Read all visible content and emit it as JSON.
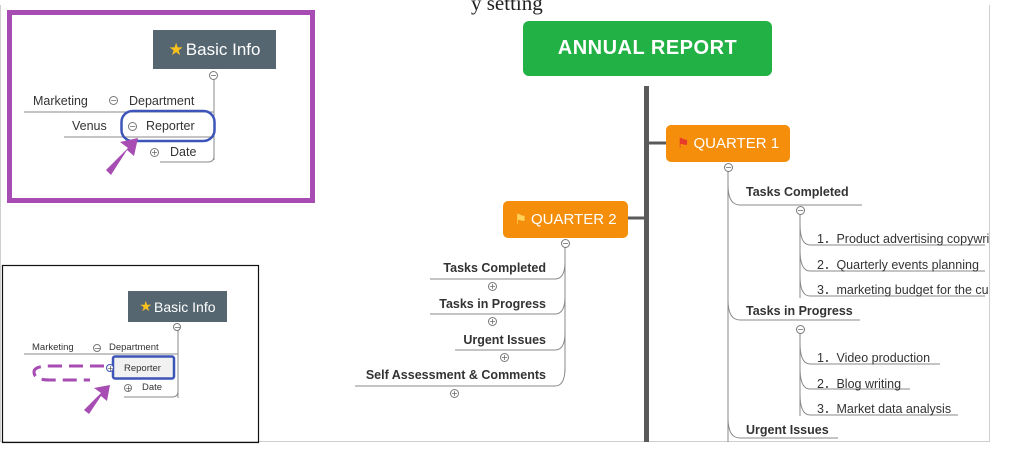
{
  "cut_title": "y setting",
  "main_map": {
    "title": "ANNUAL REPORT",
    "quarter1": {
      "label": "QUARTER 1",
      "topics": [
        {
          "label": "Tasks Completed",
          "items": [
            "1．Product advertising copywri",
            "2．Quarterly events planning",
            "3．marketing budget for the cu"
          ]
        },
        {
          "label": "Tasks in Progress",
          "items": [
            "1．Video production",
            "2．Blog writing",
            "3．Market data analysis"
          ]
        },
        {
          "label": "Urgent Issues",
          "items": []
        }
      ]
    },
    "quarter2": {
      "label": "QUARTER 2",
      "topics": [
        "Tasks Completed",
        "Tasks in Progress",
        "Urgent Issues",
        "Self Assessment & Comments"
      ]
    }
  },
  "inset_top": {
    "root": "Basic Info",
    "department": "Department",
    "department_value": "Marketing",
    "reporter": "Reporter",
    "reporter_value": "Venus",
    "date": "Date"
  },
  "inset_bottom": {
    "root": "Basic Info",
    "department": "Department",
    "department_value": "Marketing",
    "reporter": "Reporter",
    "date": "Date"
  },
  "colors": {
    "highlight_purple": "#a64cb3",
    "select_blue": "#3d55b8",
    "annual_green": "#21b144",
    "quarter_orange": "#f48e0b",
    "basic_info_slate": "#556670"
  },
  "icons": [
    "star-icon",
    "flag-icon",
    "collapse-icon",
    "expand-icon",
    "arrow-icon"
  ]
}
